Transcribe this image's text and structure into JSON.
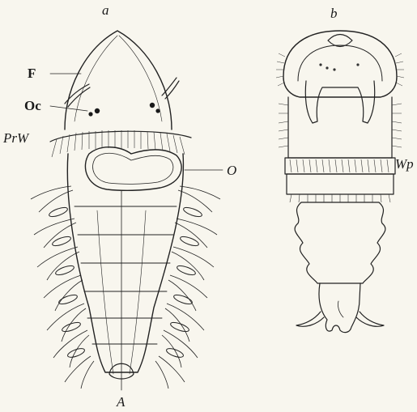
{
  "figure": {
    "panel_a": {
      "caption": "a",
      "labels": {
        "F": "F",
        "Oc": "Oc",
        "PrW": "PrW",
        "O": "O",
        "A": "A"
      }
    },
    "panel_b": {
      "caption": "b",
      "labels": {
        "Wp": "Wp"
      }
    }
  }
}
